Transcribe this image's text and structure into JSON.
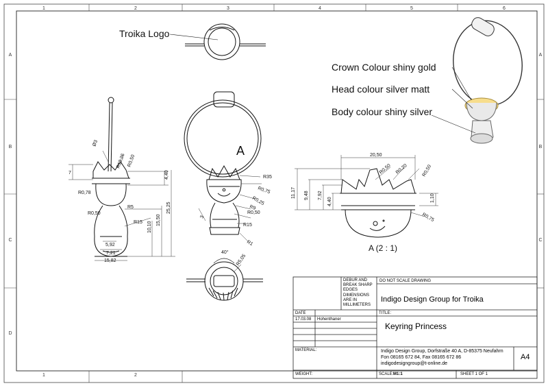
{
  "border": {
    "cols_top": [
      "1",
      "2",
      "3",
      "4",
      "5",
      "6"
    ],
    "cols_bottom": [
      "1",
      "2"
    ],
    "rows_left": [
      "A",
      "B",
      "C",
      "D"
    ],
    "rows_right": [
      "A",
      "B",
      "C"
    ]
  },
  "callouts": {
    "logo": "Troika Logo",
    "crown": "Crown Colour shiny gold",
    "head": "Head colour silver matt",
    "body": "Body colour shiny silver"
  },
  "views": {
    "detail_letter": "A",
    "detail_caption": "A  (2 : 1)"
  },
  "dims_side": {
    "d_phi3": "Ø3",
    "d_r13": "R13,26",
    "d_r050a": "R0,50",
    "d_7": "7",
    "d_440": "4,40",
    "d_r078": "R0,78",
    "d_r5": "R5",
    "d_r050b": "R0,50",
    "d_r15": "R15",
    "d_1010": "10,10",
    "d_1550": "15,50",
    "d_2525": "25,25",
    "d_592": "5,92",
    "d_721": "7,21",
    "d_1582": "15,82"
  },
  "dims_front": {
    "d_r35": "R35",
    "d_r075": "R0,75",
    "d_r025": "R0,25",
    "d_r9": "R9",
    "d_r050": "R0,50",
    "d_3": "3",
    "d_r15": "R15",
    "d_r1": "R1"
  },
  "dims_top": {
    "d_40": "40°",
    "d_r505": "R5,05"
  },
  "dims_detail": {
    "d_2050": "20,50",
    "d_r050a": "R0,50",
    "d_r020": "R0,20",
    "d_r050b": "R0,50",
    "d_1117": "11,17",
    "d_948": "9,48",
    "d_792": "7,92",
    "d_440": "4,40",
    "d_110": "1,10",
    "d_r075": "R0,75"
  },
  "title_block": {
    "debur": "DEBUR AND BREAK SHARP EDGES",
    "dims_note": "DIMENSIONS ARE IN MILLIMETERS",
    "no_scale": "DO NOT SCALE DRAWING",
    "company": "Indigo Design Group for Troika",
    "date_label": "DATE",
    "date_value": "17.03.08",
    "name_value": "Hohenthaner",
    "title_label": "TITLE:",
    "title_value": "Keyring Princess",
    "material_label": "MATERIAL:",
    "address_line1": "Indigo Design Group, Dorfstraße 40 A, D-85375 Neufahrn",
    "address_line2": "Fon 08165 672 84, Fax 08165 672 86",
    "address_line3": "indigodesigngroup@t-online.de",
    "size": "A4",
    "weight_label": "WEIGHT:",
    "scale_label": "SCALE:",
    "scale_value": "M1:1",
    "sheet": "SHEET 1 OF 1"
  }
}
